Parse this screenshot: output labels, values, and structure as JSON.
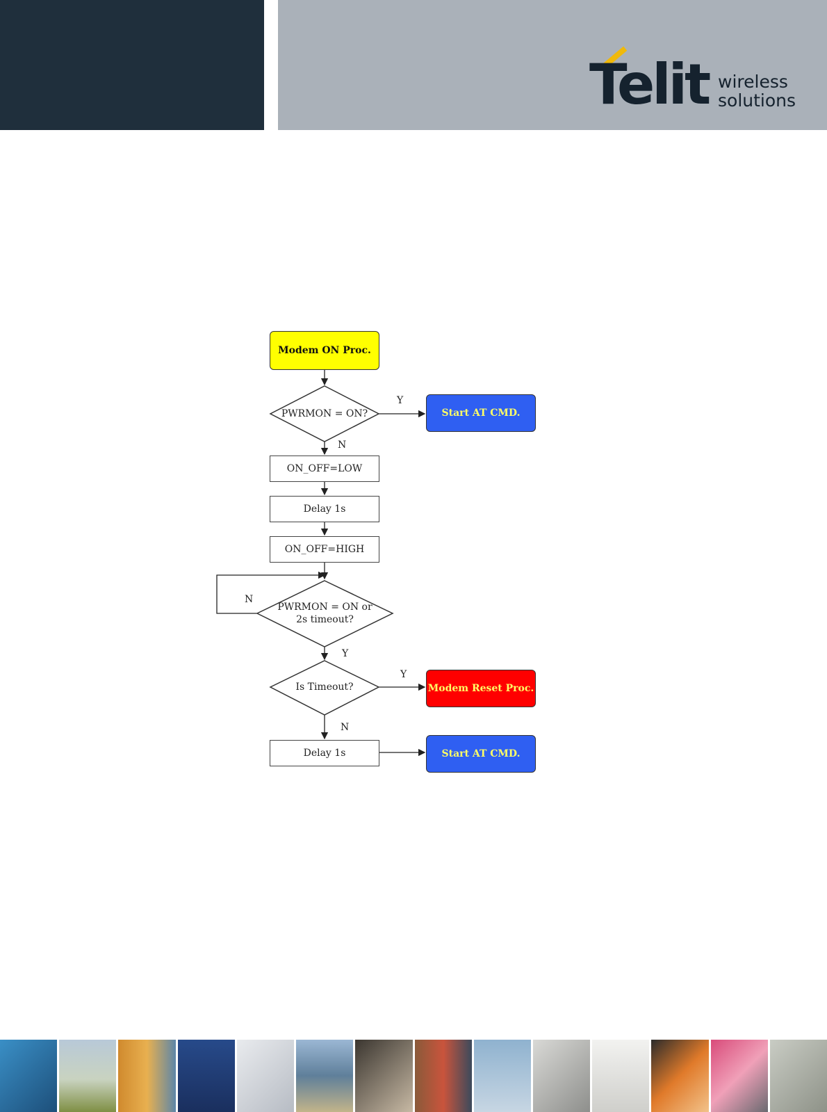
{
  "header": {
    "logo_main": "Telit",
    "logo_sub_line1": "wireless",
    "logo_sub_line2": "solutions"
  },
  "flowchart": {
    "start": "Modem ON Proc.",
    "decision1": "PWRMON = ON?",
    "start_at_cmd_1": "Start AT CMD.",
    "step1": "ON_OFF=LOW",
    "step2": "Delay 1s",
    "step3": "ON_OFF=HIGH",
    "decision2_line1": "PWRMON = ON or",
    "decision2_line2": "2s timeout?",
    "decision3": "Is Timeout?",
    "reset": "Modem Reset Proc.",
    "step4": "Delay 1s",
    "start_at_cmd_2": "Start AT CMD.",
    "label_y1": "Y",
    "label_n1": "N",
    "label_n_loop": "N",
    "label_y2": "Y",
    "label_y3": "Y",
    "label_n3": "N"
  },
  "colors": {
    "header_dark": "#1f2f3c",
    "header_gray": "#aab1b9",
    "logo_accent": "#f0b90a",
    "start_fill": "#ffff00",
    "at_cmd_fill": "#2f5ff2",
    "reset_fill": "#ff0000"
  }
}
